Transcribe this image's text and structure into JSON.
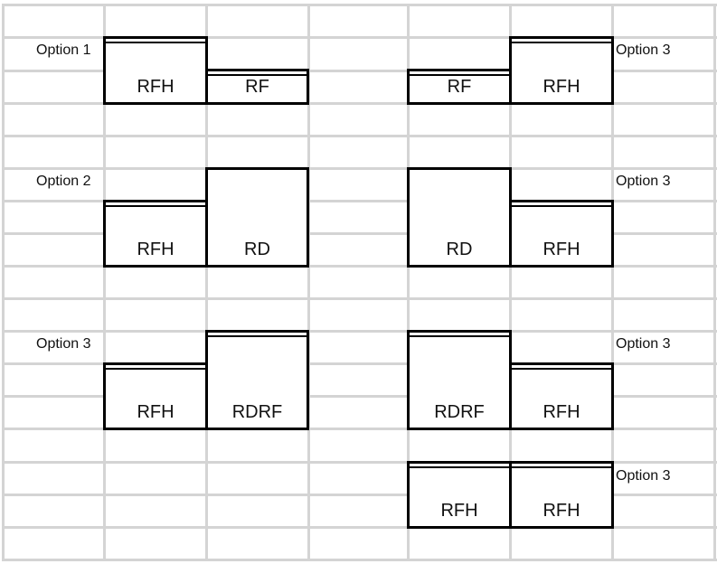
{
  "rows": [
    {
      "left": {
        "label": "Option 1",
        "boxes": [
          "RFH",
          "RF"
        ]
      },
      "right": {
        "label": "Option 3",
        "boxes": [
          "RF",
          "RFH"
        ]
      }
    },
    {
      "left": {
        "label": "Option 2",
        "boxes": [
          "RFH",
          "RD"
        ]
      },
      "right": {
        "label": "Option 3",
        "boxes": [
          "RD",
          "RFH"
        ]
      }
    },
    {
      "left": {
        "label": "Option 3",
        "boxes": [
          "RFH",
          "RDRF"
        ]
      },
      "right": {
        "label": "Option 3",
        "boxes": [
          "RDRF",
          "RFH"
        ]
      }
    },
    {
      "right": {
        "label": "Option 3",
        "boxes": [
          "RFH",
          "RFH"
        ]
      }
    }
  ]
}
